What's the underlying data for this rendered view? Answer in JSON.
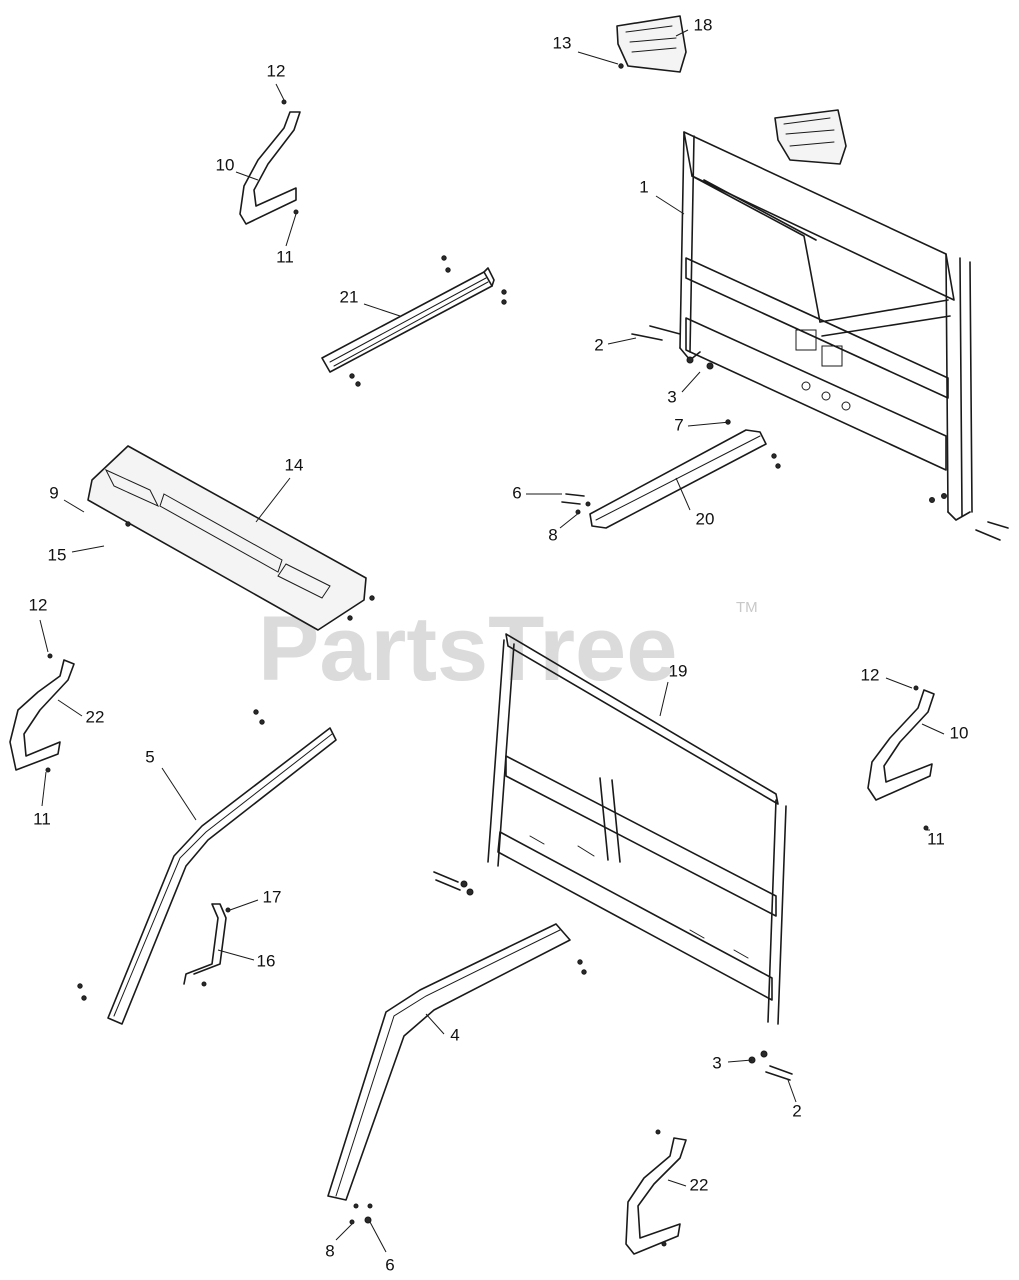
{
  "watermark": {
    "text": "PartsTree",
    "trademark": "TM"
  },
  "callouts": [
    {
      "id": "c1",
      "label": "1"
    },
    {
      "id": "c2a",
      "label": "2"
    },
    {
      "id": "c3a",
      "label": "3"
    },
    {
      "id": "c7",
      "label": "7"
    },
    {
      "id": "c6a",
      "label": "6"
    },
    {
      "id": "c8a",
      "label": "8"
    },
    {
      "id": "c20",
      "label": "20"
    },
    {
      "id": "c13",
      "label": "13"
    },
    {
      "id": "c18",
      "label": "18"
    },
    {
      "id": "c12a",
      "label": "12"
    },
    {
      "id": "c10a",
      "label": "10"
    },
    {
      "id": "c11a",
      "label": "11"
    },
    {
      "id": "c21",
      "label": "21"
    },
    {
      "id": "c14",
      "label": "14"
    },
    {
      "id": "c9",
      "label": "9"
    },
    {
      "id": "c15",
      "label": "15"
    },
    {
      "id": "c12b",
      "label": "12"
    },
    {
      "id": "c22a",
      "label": "22"
    },
    {
      "id": "c11b",
      "label": "11"
    },
    {
      "id": "c5",
      "label": "5"
    },
    {
      "id": "c17",
      "label": "17"
    },
    {
      "id": "c16",
      "label": "16"
    },
    {
      "id": "c19",
      "label": "19"
    },
    {
      "id": "c12c",
      "label": "12"
    },
    {
      "id": "c10b",
      "label": "10"
    },
    {
      "id": "c11c",
      "label": "11"
    },
    {
      "id": "c4",
      "label": "4"
    },
    {
      "id": "c3b",
      "label": "3"
    },
    {
      "id": "c2b",
      "label": "2"
    },
    {
      "id": "c22b",
      "label": "22"
    },
    {
      "id": "c8b",
      "label": "8"
    },
    {
      "id": "c6b",
      "label": "6"
    }
  ]
}
